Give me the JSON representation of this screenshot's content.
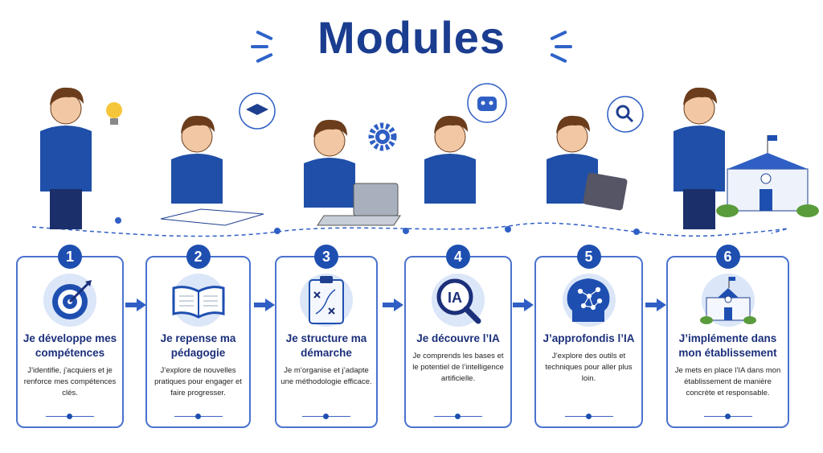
{
  "title": "Modules",
  "colors": {
    "primary": "#1e4fb0",
    "title": "#1b3d8f",
    "border": "#4a73cf",
    "light": "#dbe6f8"
  },
  "modules": [
    {
      "number": "1",
      "title": "Je développe mes compétences",
      "description": "J’identifie, j’acquiers et je renforce mes compétences clés.",
      "icon": "target-icon"
    },
    {
      "number": "2",
      "title": "Je repense ma pédagogie",
      "description": "J’explore de nouvelles pratiques pour engager et faire progresser.",
      "icon": "open-book-icon"
    },
    {
      "number": "3",
      "title": "Je structure ma démarche",
      "description": "Je m’organise et j’adapte une méthodologie efficace.",
      "icon": "clipboard-strategy-icon"
    },
    {
      "number": "4",
      "title": "Je découvre l’IA",
      "description": "Je comprends les bases et le potentiel de l’intelligence artificielle.",
      "icon": "ia-magnifier-icon",
      "icon_text": "IA"
    },
    {
      "number": "5",
      "title": "J’approfondis l’IA",
      "description": "J’explore des outils et techniques pour aller plus loin.",
      "icon": "brain-network-icon"
    },
    {
      "number": "6",
      "title": "J’implémente dans mon établissement",
      "description": "Je mets en place l’IA dans mon établissement de manière concrète et responsable.",
      "icon": "school-building-icon"
    }
  ]
}
